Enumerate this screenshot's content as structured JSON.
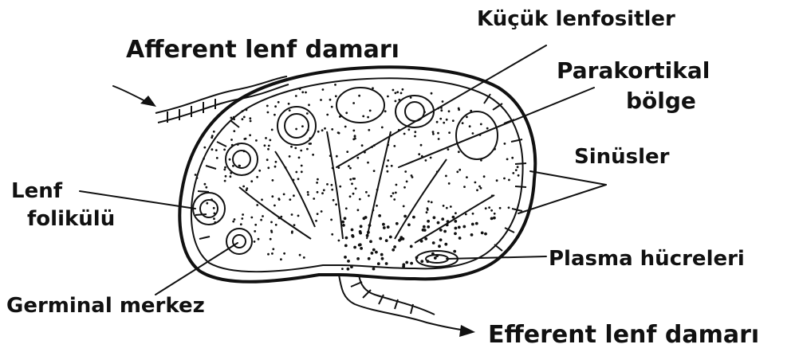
{
  "labels": {
    "afferent": "Afferent lenf damarı",
    "kucuk": "Küçük lenfositler",
    "parakortikal_1": "Parakortikal",
    "parakortikal_2": "bölge",
    "sinusler": "Sinüsler",
    "lenf_1": "Lenf",
    "lenf_2": "folikülü",
    "plasma": "Plasma hücreleri",
    "germinal": "Germinal merkez",
    "efferent": "Efferent lenf damarı"
  },
  "colors": {
    "ink": "#111111",
    "paper": "#ffffff"
  }
}
